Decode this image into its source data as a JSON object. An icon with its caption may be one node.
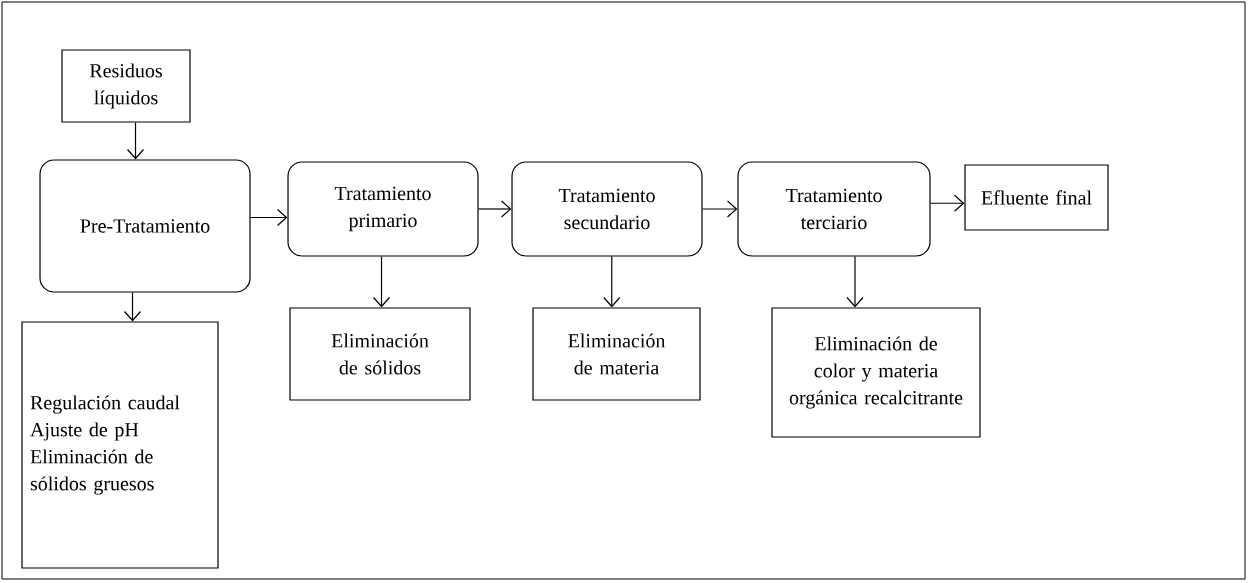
{
  "diagram": {
    "nodes": [
      {
        "text": [
          "Residuos líquidos"
        ]
      },
      {
        "text": [
          "Pre-Tratamiento"
        ]
      },
      {
        "text": [
          "Tratamiento primario"
        ]
      },
      {
        "text": [
          "Tratamiento secundario"
        ]
      },
      {
        "text": [
          "Tratamiento terciario"
        ]
      },
      {
        "text": [
          "Efluente final"
        ]
      },
      {
        "text": [
          "Regulación caudal",
          "Ajuste de pH",
          "Eliminación de sólidos gruesos"
        ]
      },
      {
        "text": [
          "Eliminación de sólidos"
        ]
      },
      {
        "text": [
          "Eliminación de materia"
        ]
      },
      {
        "text": [
          "Eliminación de color y materia orgánica recalcitrante"
        ]
      }
    ],
    "edges": [
      {
        "from": 0,
        "to": 1,
        "arrow": "to"
      },
      {
        "from": 1,
        "to": 2,
        "arrow": "to"
      },
      {
        "from": 2,
        "to": 3,
        "arrow": "to"
      },
      {
        "from": 3,
        "to": 4,
        "arrow": "to"
      },
      {
        "from": 4,
        "to": 5,
        "arrow": "to"
      },
      {
        "from": 1,
        "to": 6,
        "arrow": "to"
      },
      {
        "from": 2,
        "to": 7,
        "arrow": "to"
      },
      {
        "from": 3,
        "to": 8,
        "arrow": "to"
      },
      {
        "from": 4,
        "to": 9,
        "arrow": "to"
      }
    ]
  }
}
